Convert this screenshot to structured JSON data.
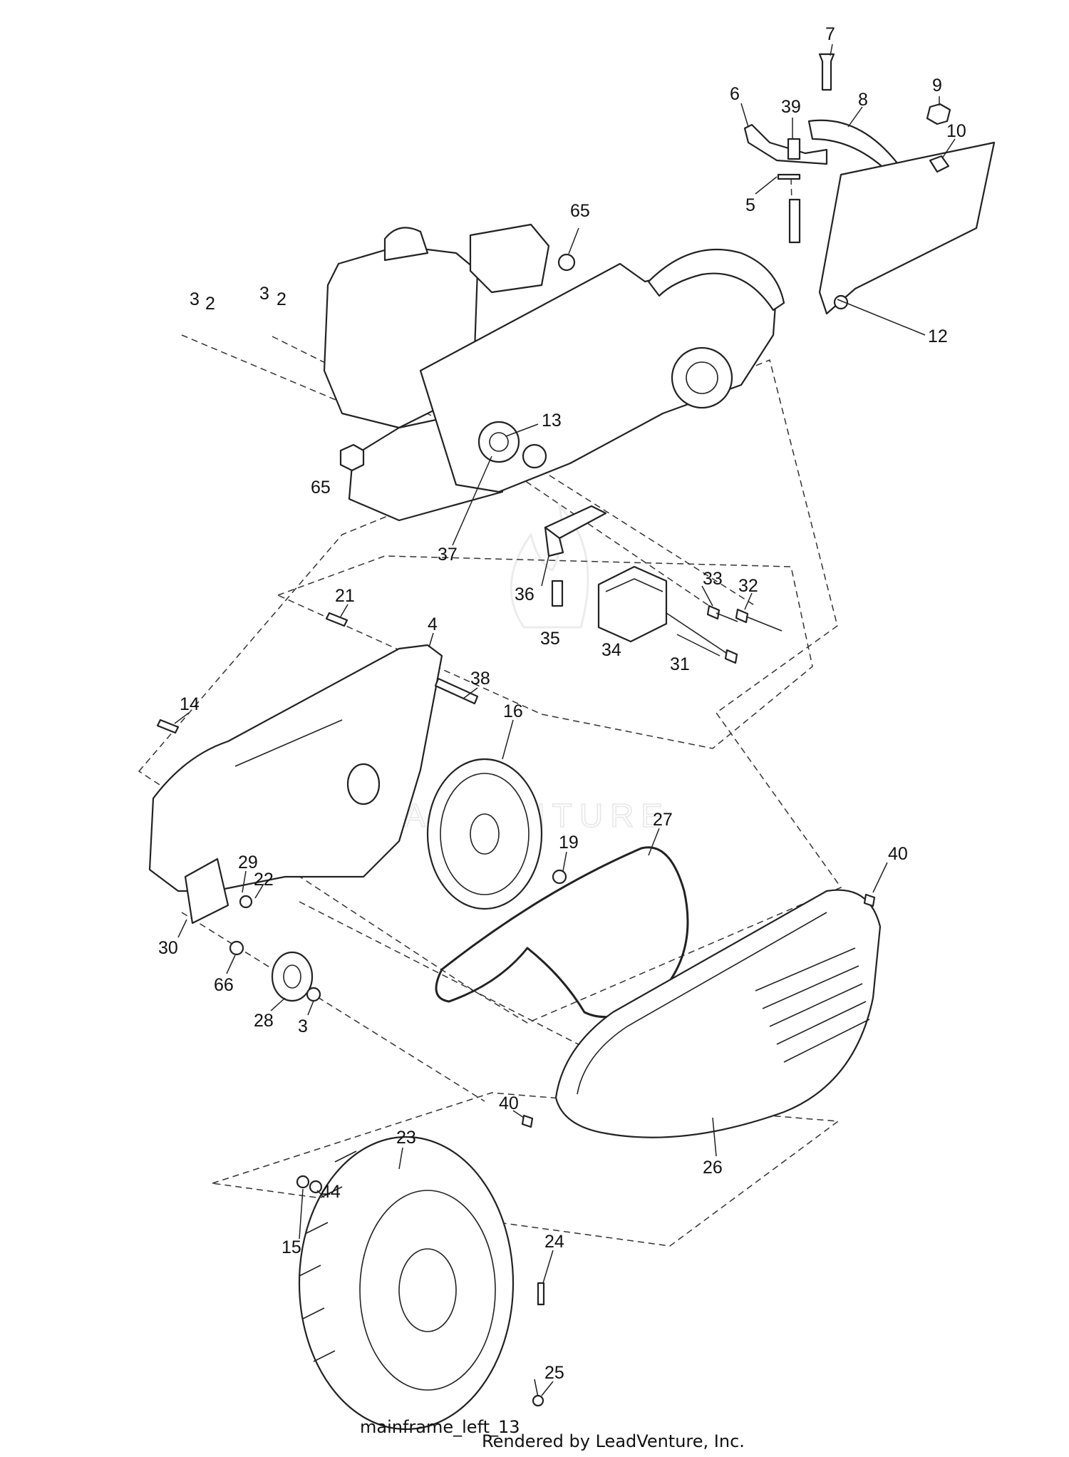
{
  "diagram": {
    "callouts": [
      {
        "id": "c7",
        "text": "7"
      },
      {
        "id": "c6",
        "text": "6"
      },
      {
        "id": "c39",
        "text": "39"
      },
      {
        "id": "c8",
        "text": "8"
      },
      {
        "id": "c9",
        "text": "9"
      },
      {
        "id": "c10",
        "text": "10"
      },
      {
        "id": "c5",
        "text": "5"
      },
      {
        "id": "c12",
        "text": "12"
      },
      {
        "id": "c65a",
        "text": "65"
      },
      {
        "id": "c3a",
        "text": "3"
      },
      {
        "id": "c2a",
        "text": "2"
      },
      {
        "id": "c3b",
        "text": "3"
      },
      {
        "id": "c2b",
        "text": "2"
      },
      {
        "id": "c13",
        "text": "13"
      },
      {
        "id": "c65b",
        "text": "65"
      },
      {
        "id": "c37",
        "text": "37"
      },
      {
        "id": "c36",
        "text": "36"
      },
      {
        "id": "c33",
        "text": "33"
      },
      {
        "id": "c32",
        "text": "32"
      },
      {
        "id": "c21",
        "text": "21"
      },
      {
        "id": "c4",
        "text": "4"
      },
      {
        "id": "c35",
        "text": "35"
      },
      {
        "id": "c34",
        "text": "34"
      },
      {
        "id": "c31",
        "text": "31"
      },
      {
        "id": "c38",
        "text": "38"
      },
      {
        "id": "c14",
        "text": "14"
      },
      {
        "id": "c16",
        "text": "16"
      },
      {
        "id": "c27",
        "text": "27"
      },
      {
        "id": "c19",
        "text": "19"
      },
      {
        "id": "c40a",
        "text": "40"
      },
      {
        "id": "c29",
        "text": "29"
      },
      {
        "id": "c22",
        "text": "22"
      },
      {
        "id": "c30",
        "text": "30"
      },
      {
        "id": "c66",
        "text": "66"
      },
      {
        "id": "c28",
        "text": "28"
      },
      {
        "id": "c3c",
        "text": "3"
      },
      {
        "id": "c40b",
        "text": "40"
      },
      {
        "id": "c26",
        "text": "26"
      },
      {
        "id": "c23",
        "text": "23"
      },
      {
        "id": "c44",
        "text": "44"
      },
      {
        "id": "c15",
        "text": "15"
      },
      {
        "id": "c24",
        "text": "24"
      },
      {
        "id": "c25",
        "text": "25"
      }
    ],
    "figure_id": "mainframe_left_13",
    "render_credit": "Rendered by LeadVenture, Inc.",
    "watermark": "LEADVENTURE"
  }
}
